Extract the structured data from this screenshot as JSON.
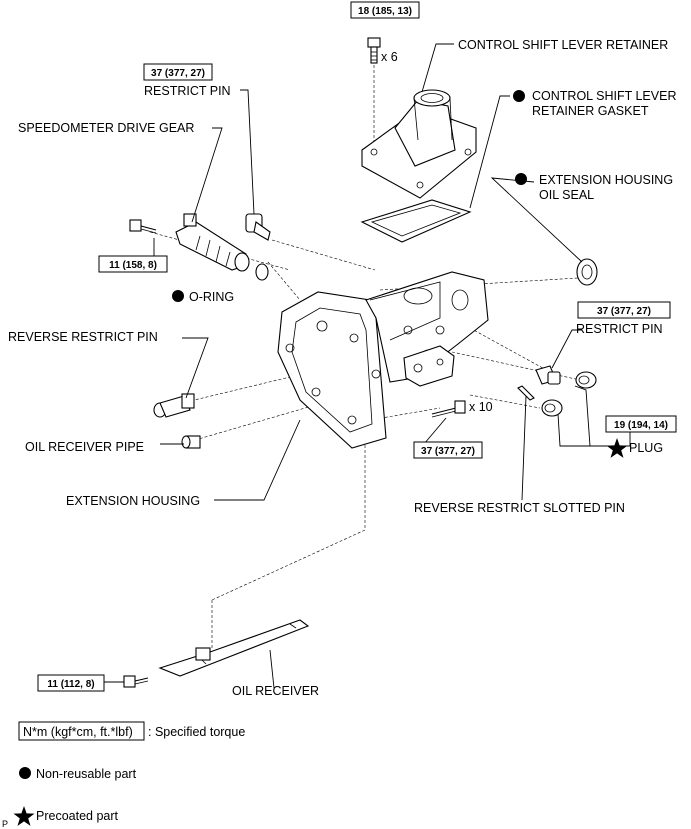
{
  "labels": {
    "control_shift_lever_retainer": "CONTROL SHIFT LEVER RETAINER",
    "retainer_gasket_line1": "CONTROL SHIFT LEVER",
    "retainer_gasket_line2": "RETAINER GASKET",
    "ext_housing_oil_seal_line1": "EXTENSION HOUSING",
    "ext_housing_oil_seal_line2": "OIL SEAL",
    "restrict_pin_top": "RESTRICT PIN",
    "speedometer_drive_gear": "SPEEDOMETER DRIVE GEAR",
    "o_ring": "O-RING",
    "restrict_pin_right": "RESTRICT PIN",
    "reverse_restrict_pin": "REVERSE RESTRICT PIN",
    "oil_receiver_pipe": "OIL RECEIVER PIPE",
    "plug": "PLUG",
    "extension_housing": "EXTENSION HOUSING",
    "reverse_restrict_slotted_pin": "REVERSE RESTRICT SLOTTED PIN",
    "oil_receiver": "OIL RECEIVER"
  },
  "torques": {
    "retainer_bolts": "18 (185, 13)",
    "restrict_pin_top": "37 (377, 27)",
    "speedo_bolt": "11 (158, 8)",
    "restrict_pin_right": "37 (377, 27)",
    "plug": "19 (194, 14)",
    "housing_bolts": "37 (377, 27)",
    "oil_receiver_bolt": "11 (112, 8)"
  },
  "quantities": {
    "retainer_bolts": "x 6",
    "housing_bolts": "x 10"
  },
  "legend": {
    "torque_box": "N*m (kgf*cm, ft.*lbf)",
    "torque_desc": ": Specified torque",
    "non_reusable": "Non-reusable part",
    "precoated": "Precoated part"
  },
  "corner_mark": "P",
  "icons": {
    "non_reusable": "filled-circle-icon",
    "precoated": "star-icon"
  }
}
